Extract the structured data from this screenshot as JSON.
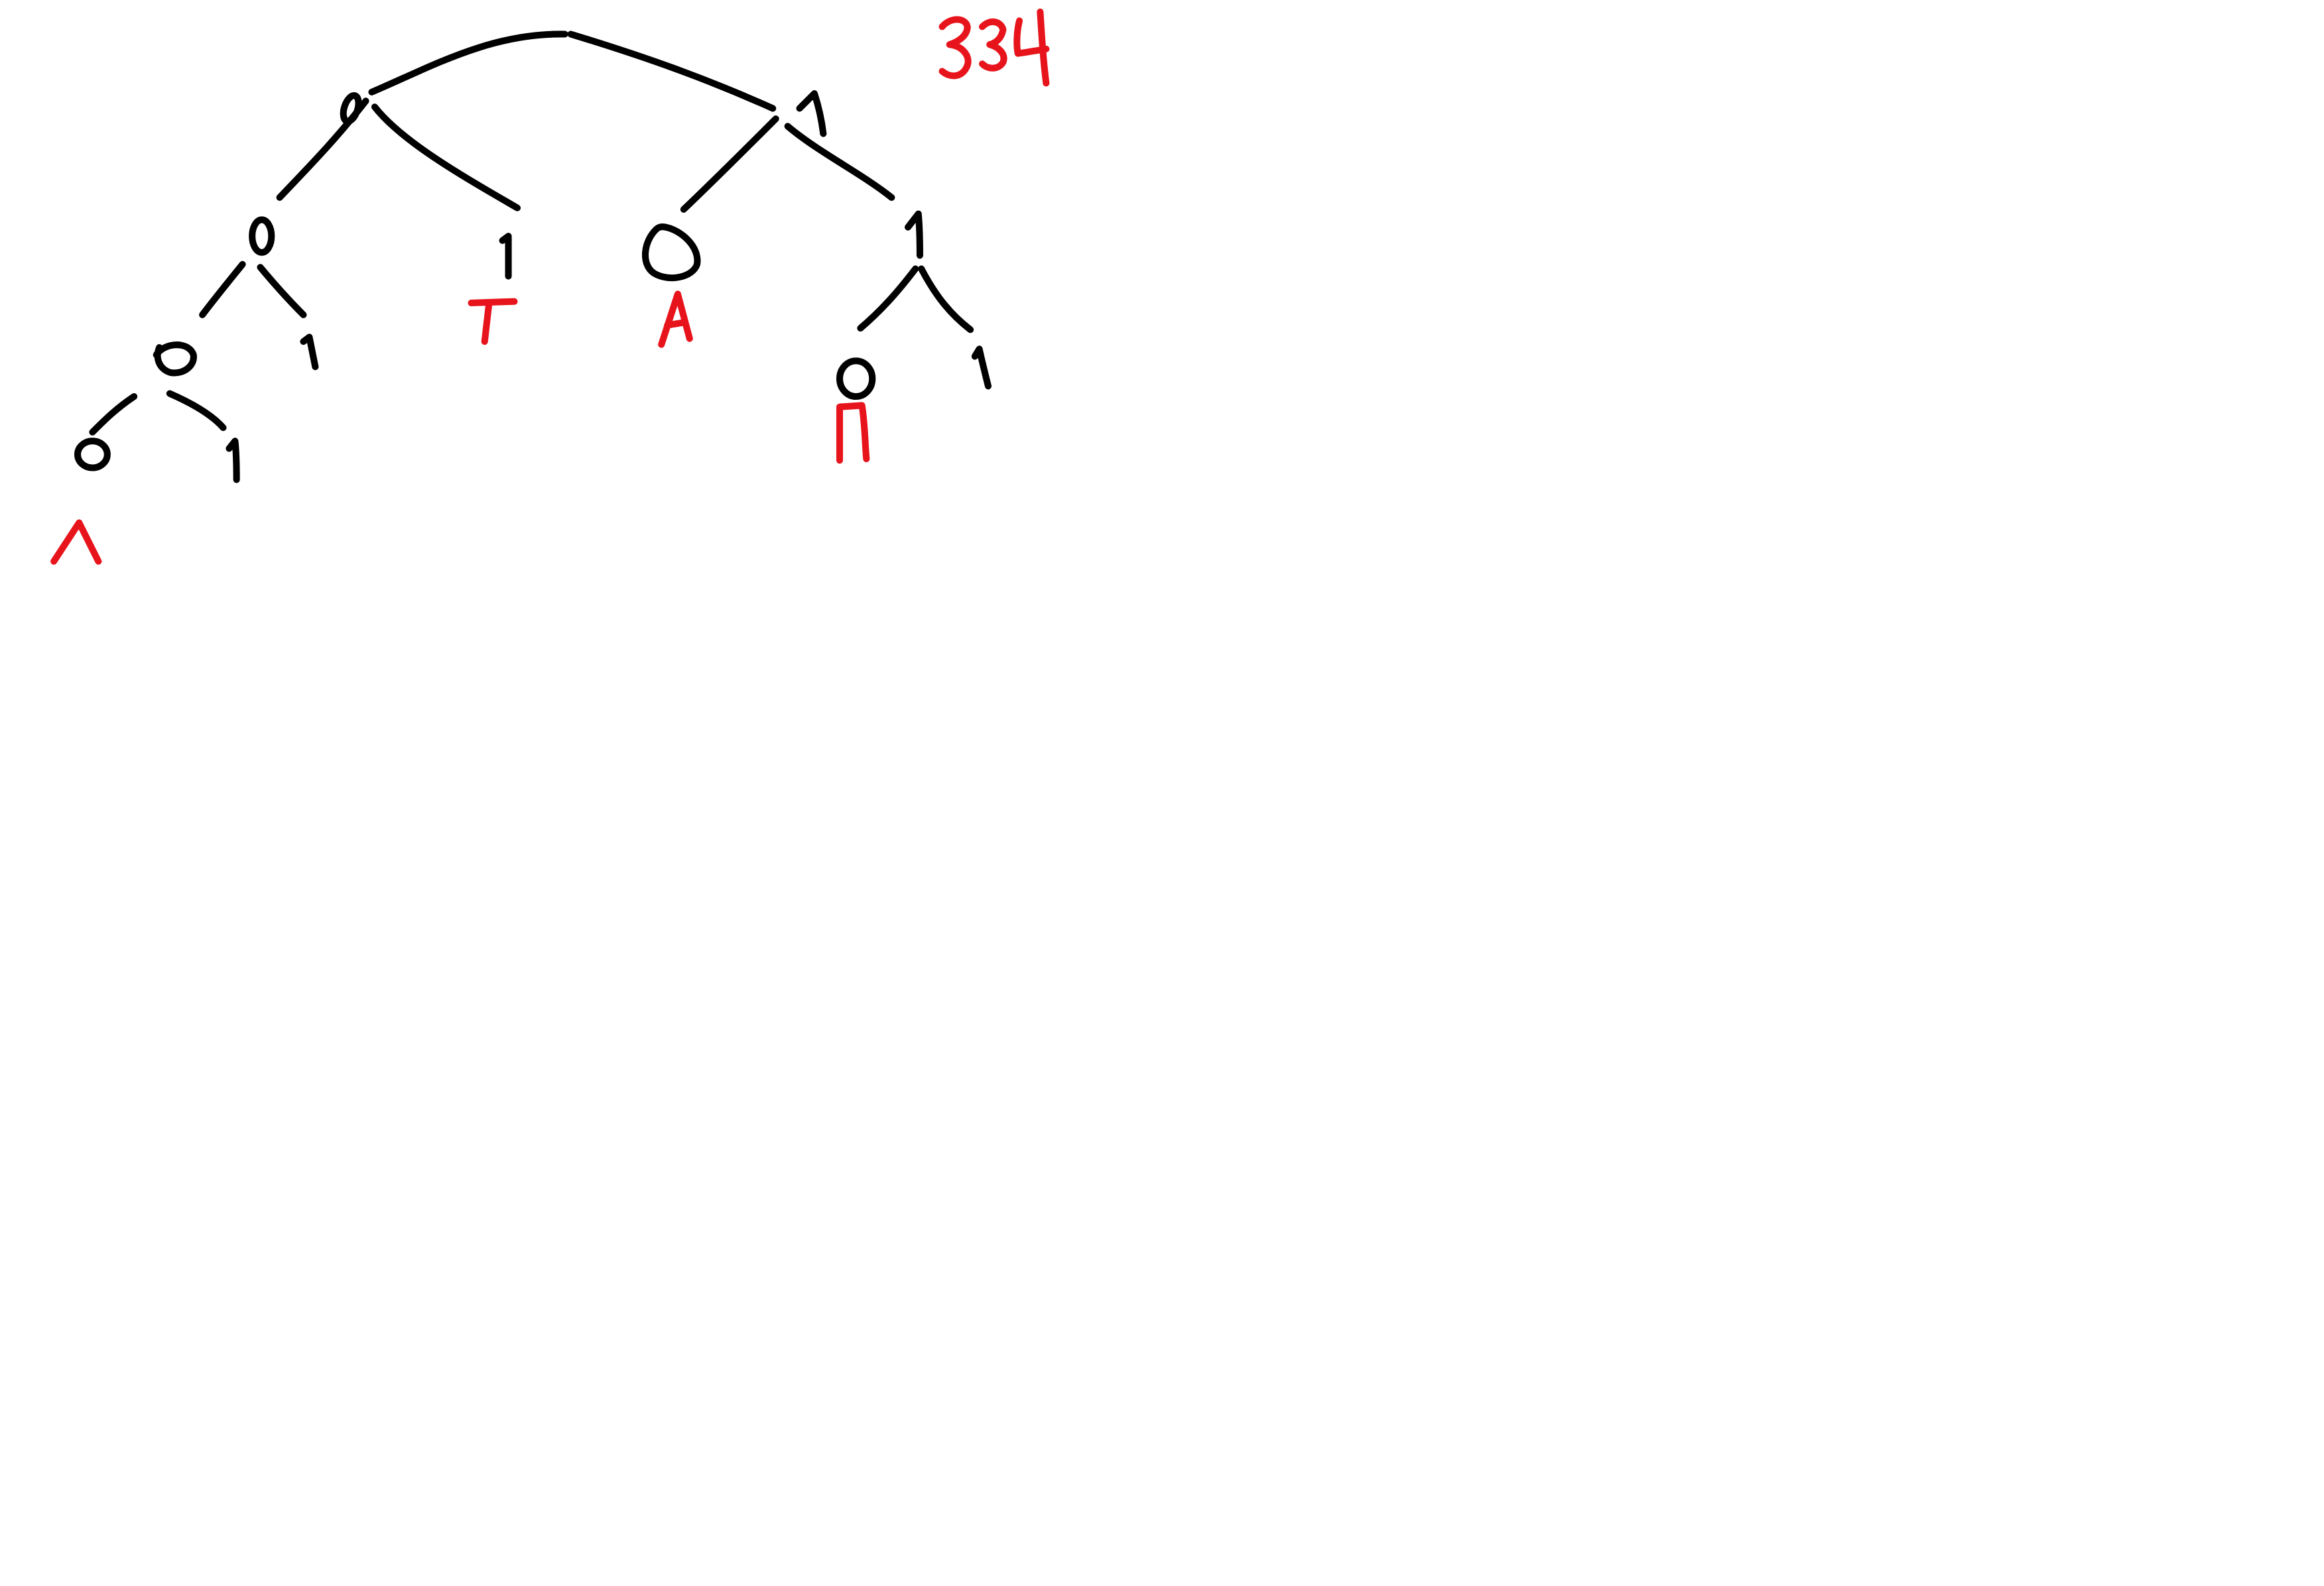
{
  "colors": {
    "ink": "#000000",
    "annotation": "#e8141c"
  },
  "header_number": "334",
  "nodes": [
    {
      "id": "l",
      "label": "0"
    },
    {
      "id": "r",
      "label": "1"
    },
    {
      "id": "ll",
      "label": "0"
    },
    {
      "id": "lr",
      "label": "1",
      "letter": "T"
    },
    {
      "id": "rl",
      "label": "0",
      "letter": "A"
    },
    {
      "id": "rr",
      "label": "1"
    },
    {
      "id": "lll",
      "label": "0"
    },
    {
      "id": "llr",
      "label": "1"
    },
    {
      "id": "rrl",
      "label": "0",
      "letter": "П"
    },
    {
      "id": "rrr",
      "label": "1"
    },
    {
      "id": "llll",
      "label": "0",
      "letter": "Л"
    },
    {
      "id": "lllr",
      "label": "1"
    }
  ]
}
